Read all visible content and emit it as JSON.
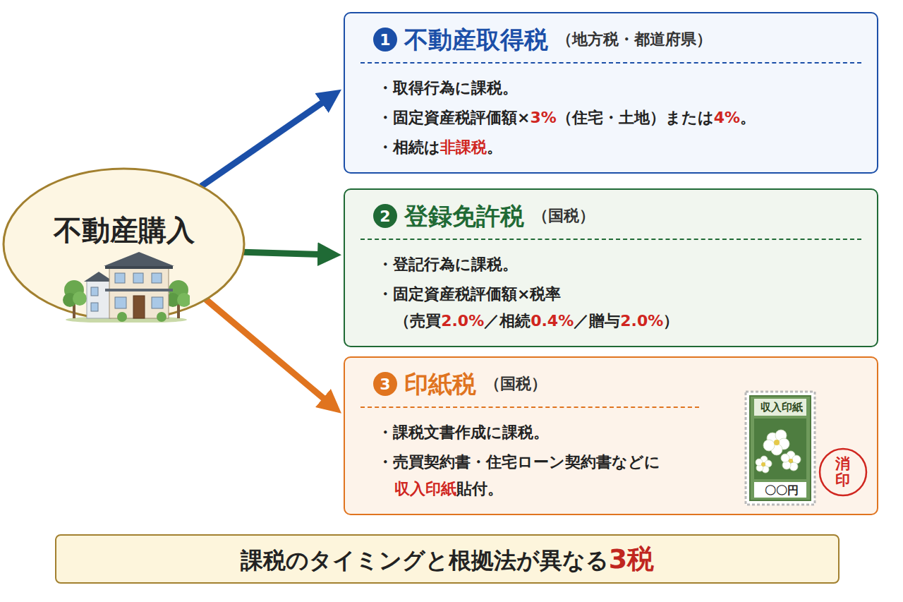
{
  "diagram": {
    "nodes": [
      {
        "text": [
          "不動産購入"
        ]
      },
      {
        "text": [
          "1",
          "不動産取得税",
          "（地方税・都道府県）",
          "・取得行為に課税。",
          "・固定資産税評価額×3%（住宅・土地）または4%。",
          "・相続は非課税。"
        ]
      },
      {
        "text": [
          "2",
          "登録免許税",
          "（国税）",
          "・登記行為に課税。",
          "・固定資産税評価額×税率",
          "（売買2.0%／相続0.4%／贈与2.0%）"
        ]
      },
      {
        "text": [
          "3",
          "印紙税",
          "（国税）",
          "・課税文書作成に課税。",
          "・売買契約書・住宅ローン契約書などに",
          "収入印紙貼付。"
        ]
      },
      {
        "text": [
          "課税のタイミングと根拠法が異なる3税"
        ]
      }
    ],
    "edges": [
      {
        "from": 0,
        "to": 1,
        "arrow": "to"
      },
      {
        "from": 0,
        "to": 2,
        "arrow": "to"
      },
      {
        "from": 0,
        "to": 3,
        "arrow": "to"
      }
    ],
    "labels": [
      "収入印紙",
      "〇〇円",
      "消印"
    ]
  }
}
